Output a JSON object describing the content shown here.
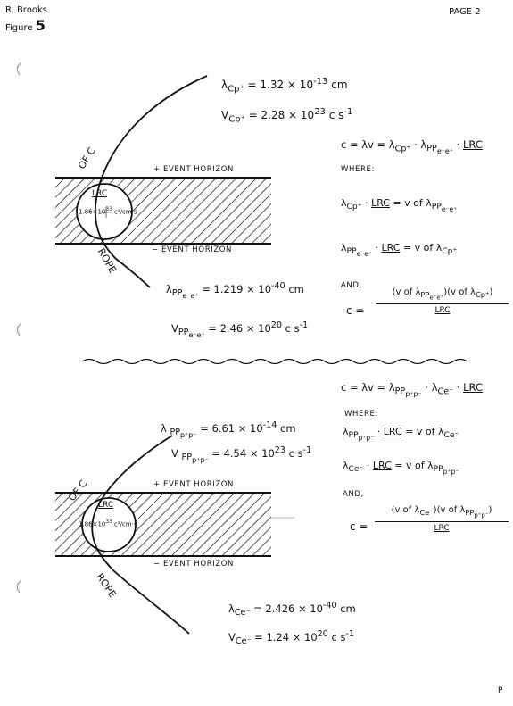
{
  "header": {
    "author": "R. Brooks",
    "figure_label": "Figure",
    "figure_number": "5",
    "page_number": "PAGE 2"
  },
  "top": {
    "lambda_cp": "λ<sub>Cp⁺</sub> = 1.32 × 10<sup>-13</sup> cm",
    "v_cp": "V<sub>Cp⁺</sub> = 2.28 × 10<sup>23</sup> c s<sup>-1</sup>",
    "plus_horizon": "+ EVENT HORIZON",
    "minus_horizon": "− EVENT HORIZON",
    "rope_upper": "OF C",
    "rope_lower": "ROPE",
    "circle_label": "LRC",
    "circle_value": "1.86×10<sup>33</sup> c²/cm·s",
    "lambda_pp": "λ<sub>PP<sub>e⁻e⁺</sub></sub> = 1.219 × 10<sup>-40</sup> cm",
    "v_pp": "V<sub>PP<sub>e⁻e⁺</sub></sub> = 2.46 × 10<sup>20</sup> c s<sup>-1</sup>",
    "eq_main": "c = λv = λ<sub>Cp⁺</sub> · λ<sub>PP<sub>e⁻e⁺</sub></sub> · <u>LRC</u>",
    "where": "WHERE:",
    "eq_where1": "λ<sub>Cp⁺</sub> · <u>LRC</u> = v of λ<sub>PP<sub>e⁻e⁺</sub></sub>",
    "eq_where2": "λ<sub>PP<sub>e⁻e⁺</sub></sub> · <u>LRC</u> = v of λ<sub>Cp⁺</sub>",
    "and": "AND,",
    "c_eq": "c =",
    "frac_num": "(v of λ<sub>PP<sub>e⁻e⁺</sub></sub>)(v of λ<sub>Cp⁺</sub>)",
    "frac_den": "LRC"
  },
  "bottom": {
    "lambda_pp": "λ <sub>PP<sub>p⁺p⁻</sub></sub> = 6.61 × 10<sup>-14</sup> cm",
    "v_pp": "V <sub>PP<sub>p⁺p⁻</sub></sub> = 4.54 × 10<sup>23</sup> c s<sup>-1</sup>",
    "plus_horizon": "+ EVENT HORIZON",
    "minus_horizon": "− EVENT HORIZON",
    "rope_upper": "OF C",
    "rope_lower": "ROPE",
    "circle_label": "LRC",
    "circle_value": "1.86×10<sup>33</sup> c²/cm·s",
    "lambda_ce": "λ<sub>Ce⁻</sub> = 2.426 × 10<sup>-40</sup> cm",
    "v_ce": "V<sub>Ce⁻</sub> = 1.24 × 10<sup>20</sup> c s<sup>-1</sup>",
    "eq_main": "c = λv = λ<sub>PP<sub>p⁺p⁻</sub></sub> · λ<sub>Ce⁻</sub> · <u>LRC</u>",
    "where": "WHERE:",
    "eq_where1": "λ<sub>PP<sub>p⁺p⁻</sub></sub> · <u>LRC</u> = v of λ<sub>Ce⁻</sub>",
    "eq_where2": "λ<sub>Ce⁻</sub> · <u>LRC</u> = v of λ<sub>PP<sub>p⁺p⁻</sub></sub>",
    "and": "AND,",
    "c_eq": "c =",
    "frac_num": "(v of λ<sub>Ce⁻</sub>)(v of λ<sub>PP<sub>p⁺p⁻</sub></sub>)",
    "frac_den": "LRC"
  },
  "footer": {
    "mark": "P"
  }
}
